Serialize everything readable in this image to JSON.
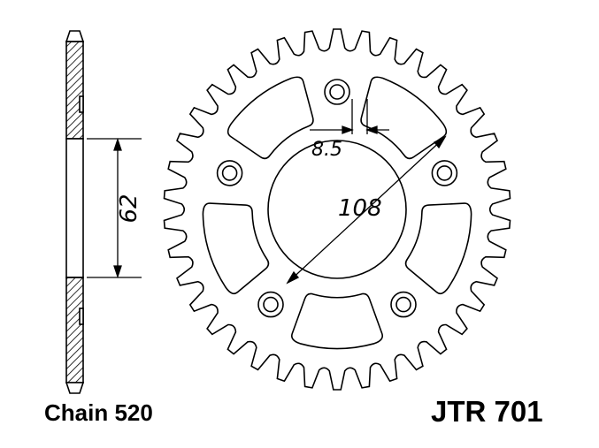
{
  "drawing": {
    "dimension_hole_spacing": "8.5",
    "dimension_bolt_circle": "108",
    "dimension_center_bore": "62"
  },
  "footer": {
    "chain_label": "Chain 520",
    "part_number": "JTR 701"
  },
  "sprocket": {
    "teeth": 38,
    "bolt_holes": 5,
    "lightening_cutouts": 5
  }
}
